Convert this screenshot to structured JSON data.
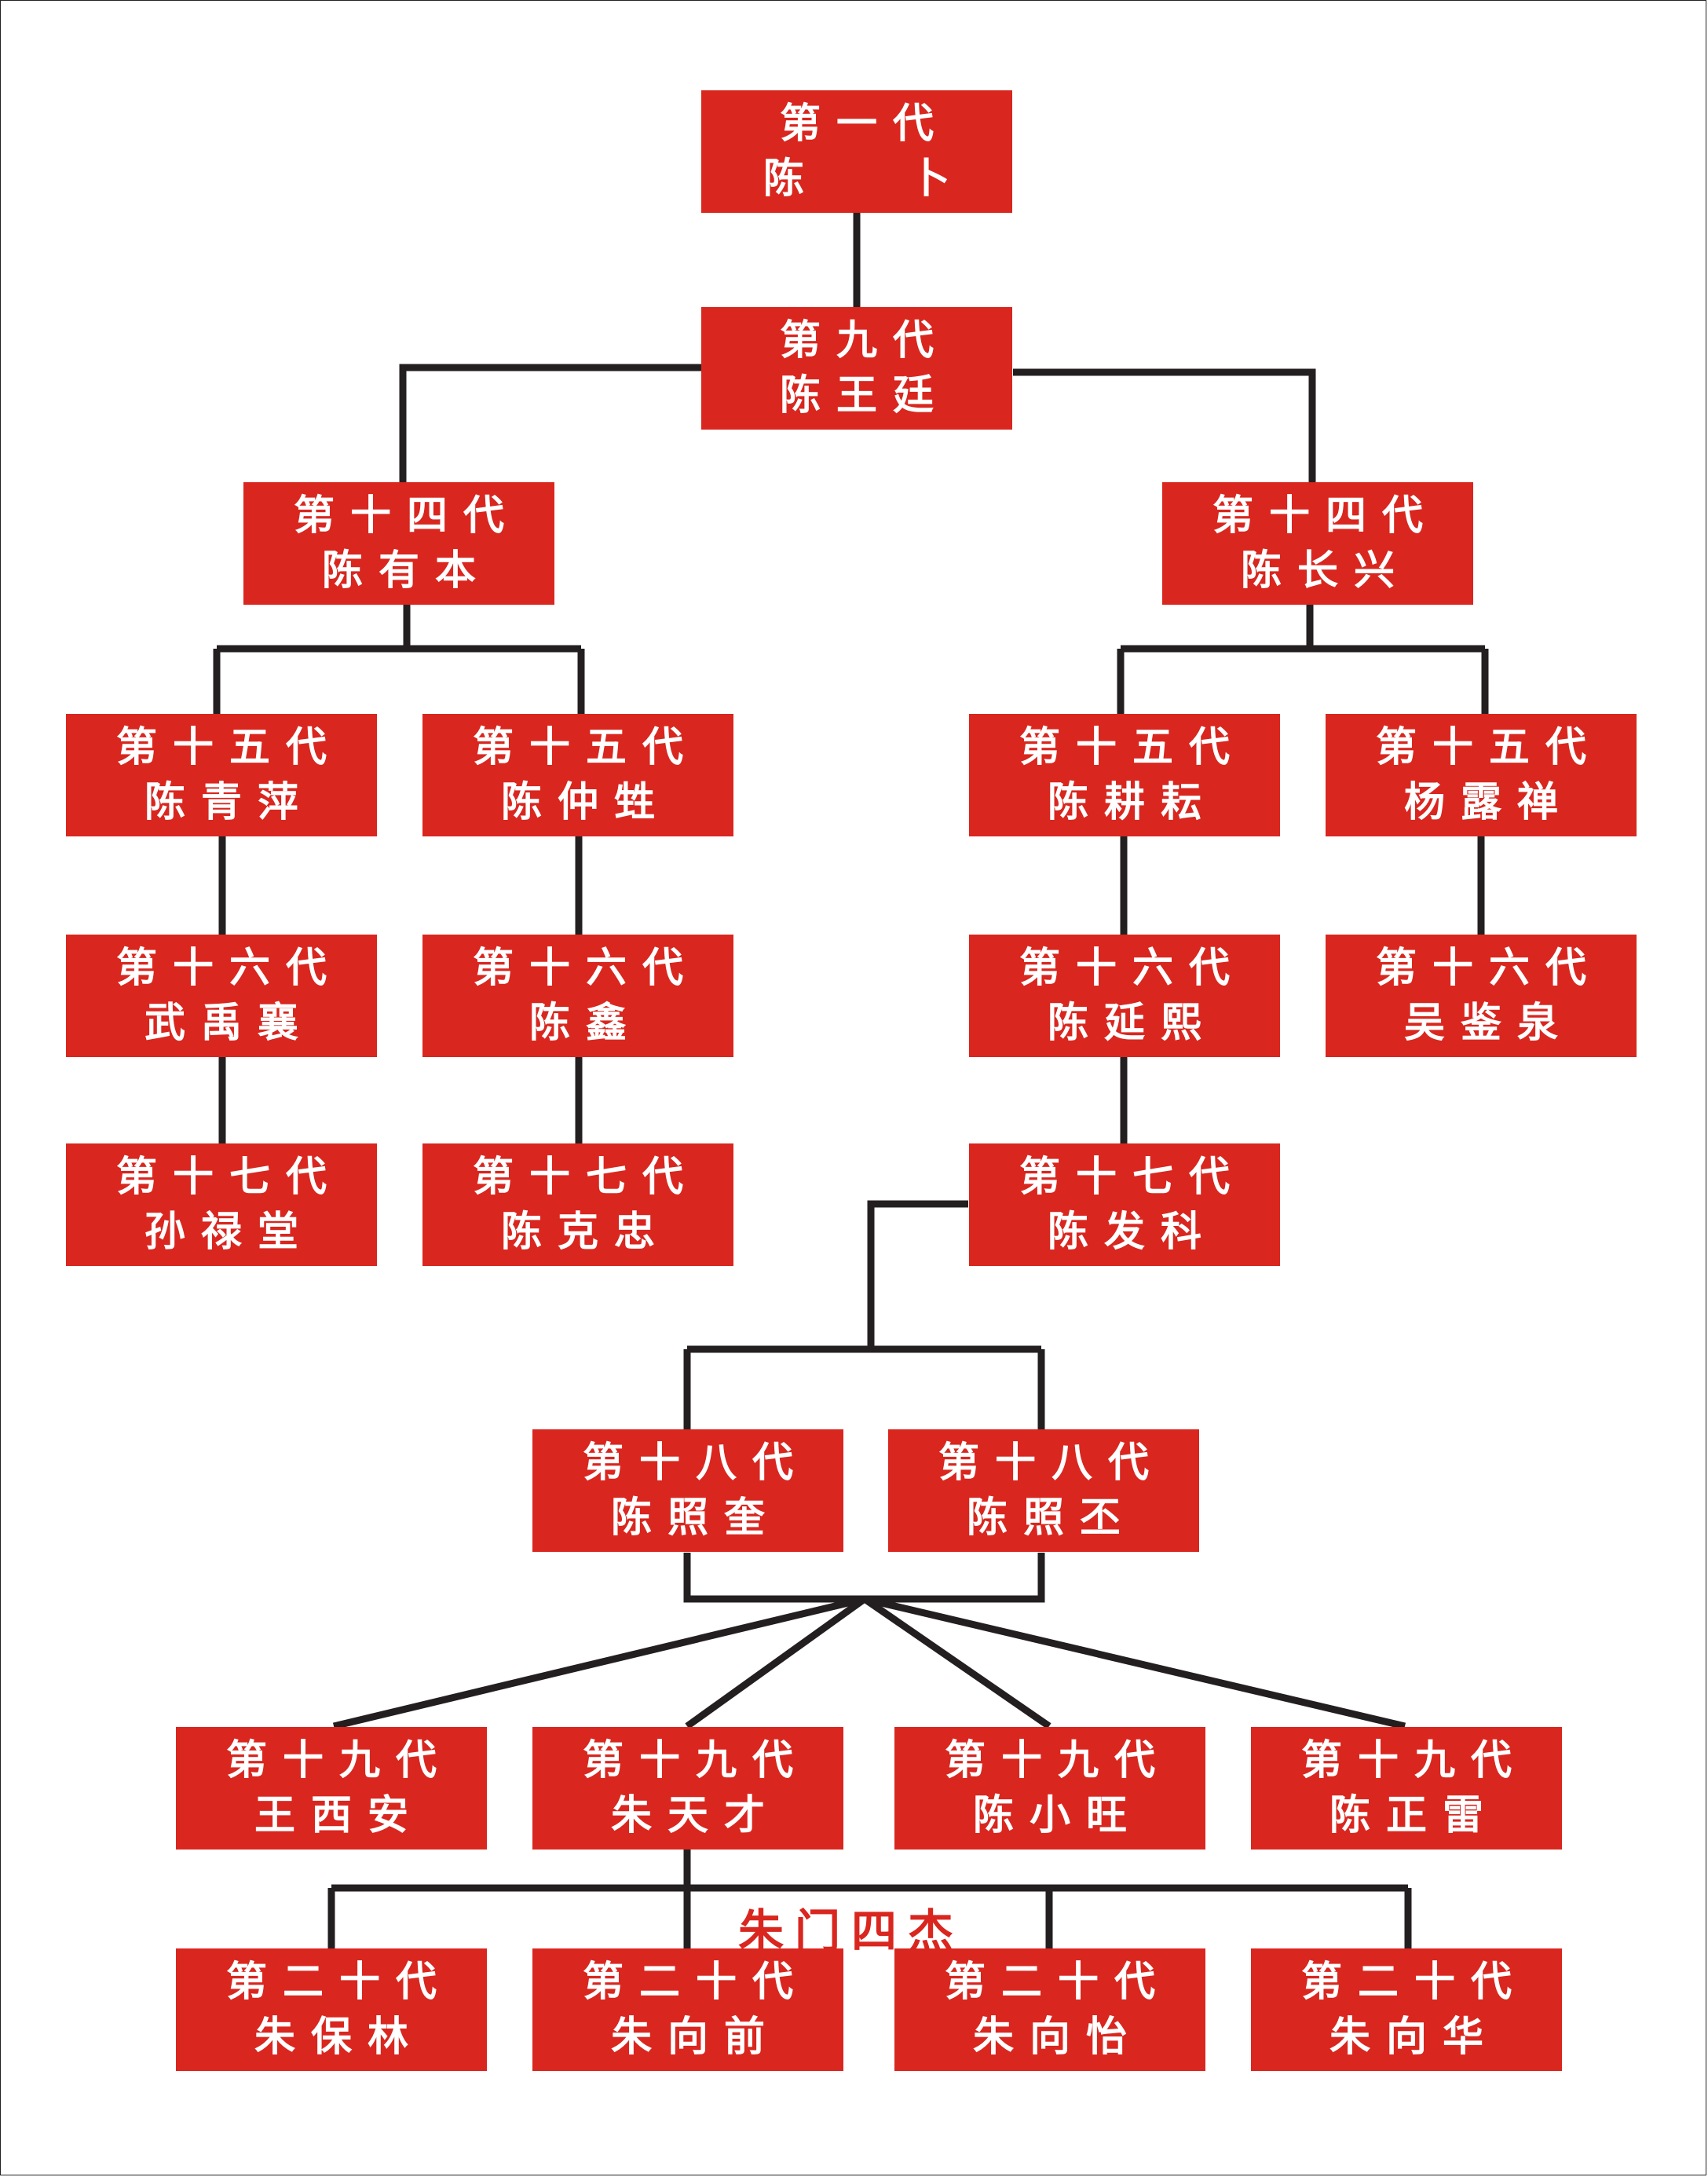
{
  "colors": {
    "node_fill": "#d9261f",
    "node_text": "#ffffff",
    "connector": "#231f20",
    "caption": "#d9261f"
  },
  "caption": "朱门四杰",
  "nodes": [
    {
      "id": "g1",
      "gen": "第一代",
      "name": "陈   卜"
    },
    {
      "id": "g9",
      "gen": "第九代",
      "name": "陈王廷"
    },
    {
      "id": "g14a",
      "gen": "第十四代",
      "name": "陈有本"
    },
    {
      "id": "g14b",
      "gen": "第十四代",
      "name": "陈长兴"
    },
    {
      "id": "g15a",
      "gen": "第十五代",
      "name": "陈青萍"
    },
    {
      "id": "g15b",
      "gen": "第十五代",
      "name": "陈仲甡"
    },
    {
      "id": "g15c",
      "gen": "第十五代",
      "name": "陈耕耘"
    },
    {
      "id": "g15d",
      "gen": "第十五代",
      "name": "杨露禅"
    },
    {
      "id": "g16a",
      "gen": "第十六代",
      "name": "武禹襄"
    },
    {
      "id": "g16b",
      "gen": "第十六代",
      "name": "陈鑫"
    },
    {
      "id": "g16c",
      "gen": "第十六代",
      "name": "陈延熙"
    },
    {
      "id": "g16d",
      "gen": "第十六代",
      "name": "吴鉴泉"
    },
    {
      "id": "g17a",
      "gen": "第十七代",
      "name": "孙禄堂"
    },
    {
      "id": "g17b",
      "gen": "第十七代",
      "name": "陈克忠"
    },
    {
      "id": "g17c",
      "gen": "第十七代",
      "name": "陈发科"
    },
    {
      "id": "g18a",
      "gen": "第十八代",
      "name": "陈照奎"
    },
    {
      "id": "g18b",
      "gen": "第十八代",
      "name": "陈照丕"
    },
    {
      "id": "g19a",
      "gen": "第十九代",
      "name": "王西安"
    },
    {
      "id": "g19b",
      "gen": "第十九代",
      "name": "朱天才"
    },
    {
      "id": "g19c",
      "gen": "第十九代",
      "name": "陈小旺"
    },
    {
      "id": "g19d",
      "gen": "第十九代",
      "name": "陈正雷"
    },
    {
      "id": "g20a",
      "gen": "第二十代",
      "name": "朱保林"
    },
    {
      "id": "g20b",
      "gen": "第二十代",
      "name": "朱向前"
    },
    {
      "id": "g20c",
      "gen": "第二十代",
      "name": "朱向怡"
    },
    {
      "id": "g20d",
      "gen": "第二十代",
      "name": "朱向华"
    }
  ],
  "edges": [
    [
      "g1",
      "g9"
    ],
    [
      "g9",
      "g14a"
    ],
    [
      "g9",
      "g14b"
    ],
    [
      "g14a",
      "g15a"
    ],
    [
      "g14a",
      "g15b"
    ],
    [
      "g14b",
      "g15c"
    ],
    [
      "g14b",
      "g15d"
    ],
    [
      "g15a",
      "g16a"
    ],
    [
      "g15b",
      "g16b"
    ],
    [
      "g15c",
      "g16c"
    ],
    [
      "g15d",
      "g16d"
    ],
    [
      "g16a",
      "g17a"
    ],
    [
      "g16b",
      "g17b"
    ],
    [
      "g16c",
      "g17c"
    ],
    [
      "g17c",
      "g18a"
    ],
    [
      "g17c",
      "g18b"
    ],
    [
      "g18a",
      "g19a"
    ],
    [
      "g18a",
      "g19b"
    ],
    [
      "g18a",
      "g19c"
    ],
    [
      "g18a",
      "g19d"
    ],
    [
      "g18b",
      "g19a"
    ],
    [
      "g18b",
      "g19b"
    ],
    [
      "g18b",
      "g19c"
    ],
    [
      "g18b",
      "g19d"
    ],
    [
      "g19b",
      "g20a"
    ],
    [
      "g19b",
      "g20b"
    ],
    [
      "g19b",
      "g20c"
    ],
    [
      "g19b",
      "g20d"
    ]
  ]
}
